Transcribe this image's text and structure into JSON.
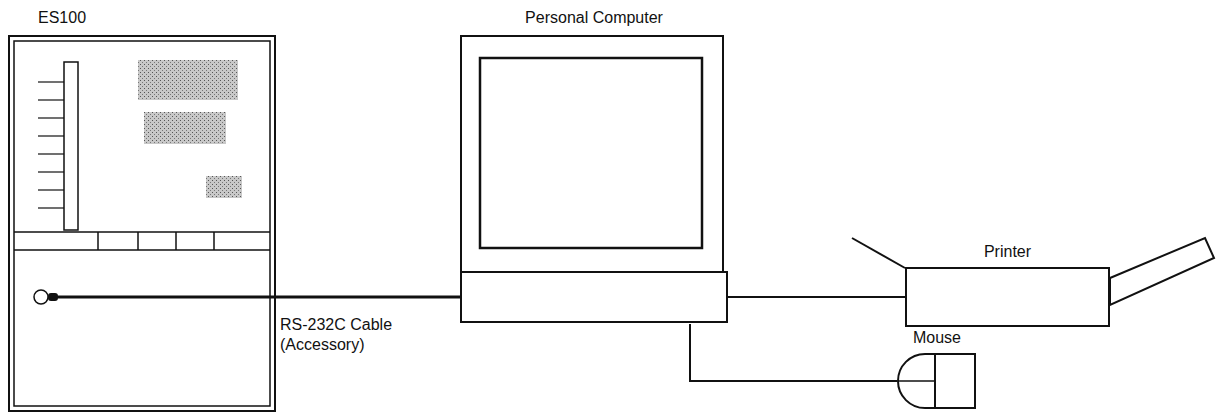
{
  "diagram": {
    "nodes": [
      {
        "text": [
          "ES100"
        ]
      },
      {
        "text": [
          "Personal Computer"
        ]
      },
      {
        "text": [
          "Printer"
        ]
      },
      {
        "text": [
          "Mouse"
        ]
      }
    ],
    "edges": [
      {
        "from": 0,
        "to": 1,
        "label": "RS-232C Cable (Accessory)",
        "arrow": "none"
      },
      {
        "from": 1,
        "to": 2,
        "arrow": "none"
      },
      {
        "from": 1,
        "to": 3,
        "arrow": "none"
      }
    ]
  }
}
